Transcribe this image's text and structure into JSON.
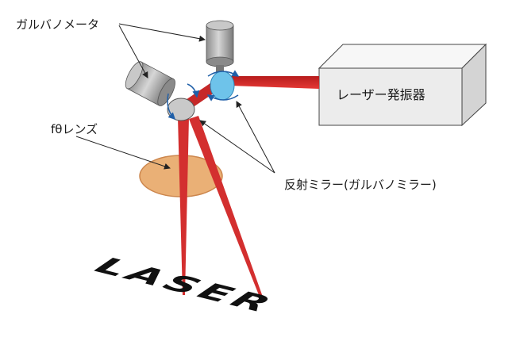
{
  "labels": {
    "galvanometer": "ガルバノメータ",
    "ftheta_lens": "fθレンズ",
    "reflect_mirror": "反射ミラー(ガルバノミラー)",
    "laser_oscillator": "レーザー発振器",
    "laser_text": "LASER"
  },
  "colors": {
    "beam": "#c62828",
    "mirror_blue": "#6ec3ea",
    "lens": "#e8a868",
    "box_face": "#ebebeb"
  },
  "icons": [
    "rotation-arrow-icon",
    "galvo-motor-icon",
    "mirror-icon"
  ]
}
